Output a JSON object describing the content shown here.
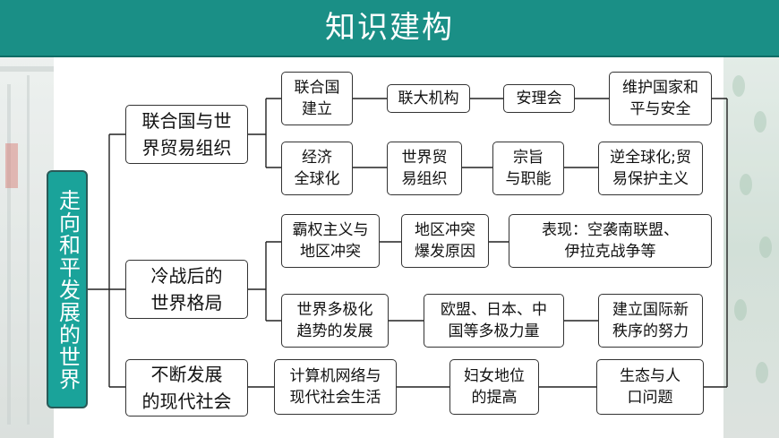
{
  "title": "知识建构",
  "root": "走向和平发展的世界",
  "branches": [
    {
      "label": "联合国与世\n界贸易组织",
      "rows": [
        [
          "联合国\n建立",
          "联大机构",
          "安理会",
          "维护国家和\n平与安全"
        ],
        [
          "经济\n全球化",
          "世界贸\n易组织",
          "宗旨\n与职能",
          "逆全球化;贸\n易保护主义"
        ]
      ]
    },
    {
      "label": "冷战后的\n世界格局",
      "rows": [
        [
          "霸权主义与\n地区冲突",
          "地区冲突\n爆发原因",
          "表现：空袭南联盟、\n伊拉克战争等"
        ],
        [
          "世界多极化\n趋势的发展",
          "欧盟、日本、中\n国等多极力量",
          "建立国际新\n秩序的努力"
        ]
      ]
    },
    {
      "label": "不断发展\n的现代社会",
      "rows": [
        [
          "计算机网络与\n现代社会生活",
          "妇女地位\n的提高",
          "生态与人\n口问题"
        ]
      ]
    }
  ]
}
